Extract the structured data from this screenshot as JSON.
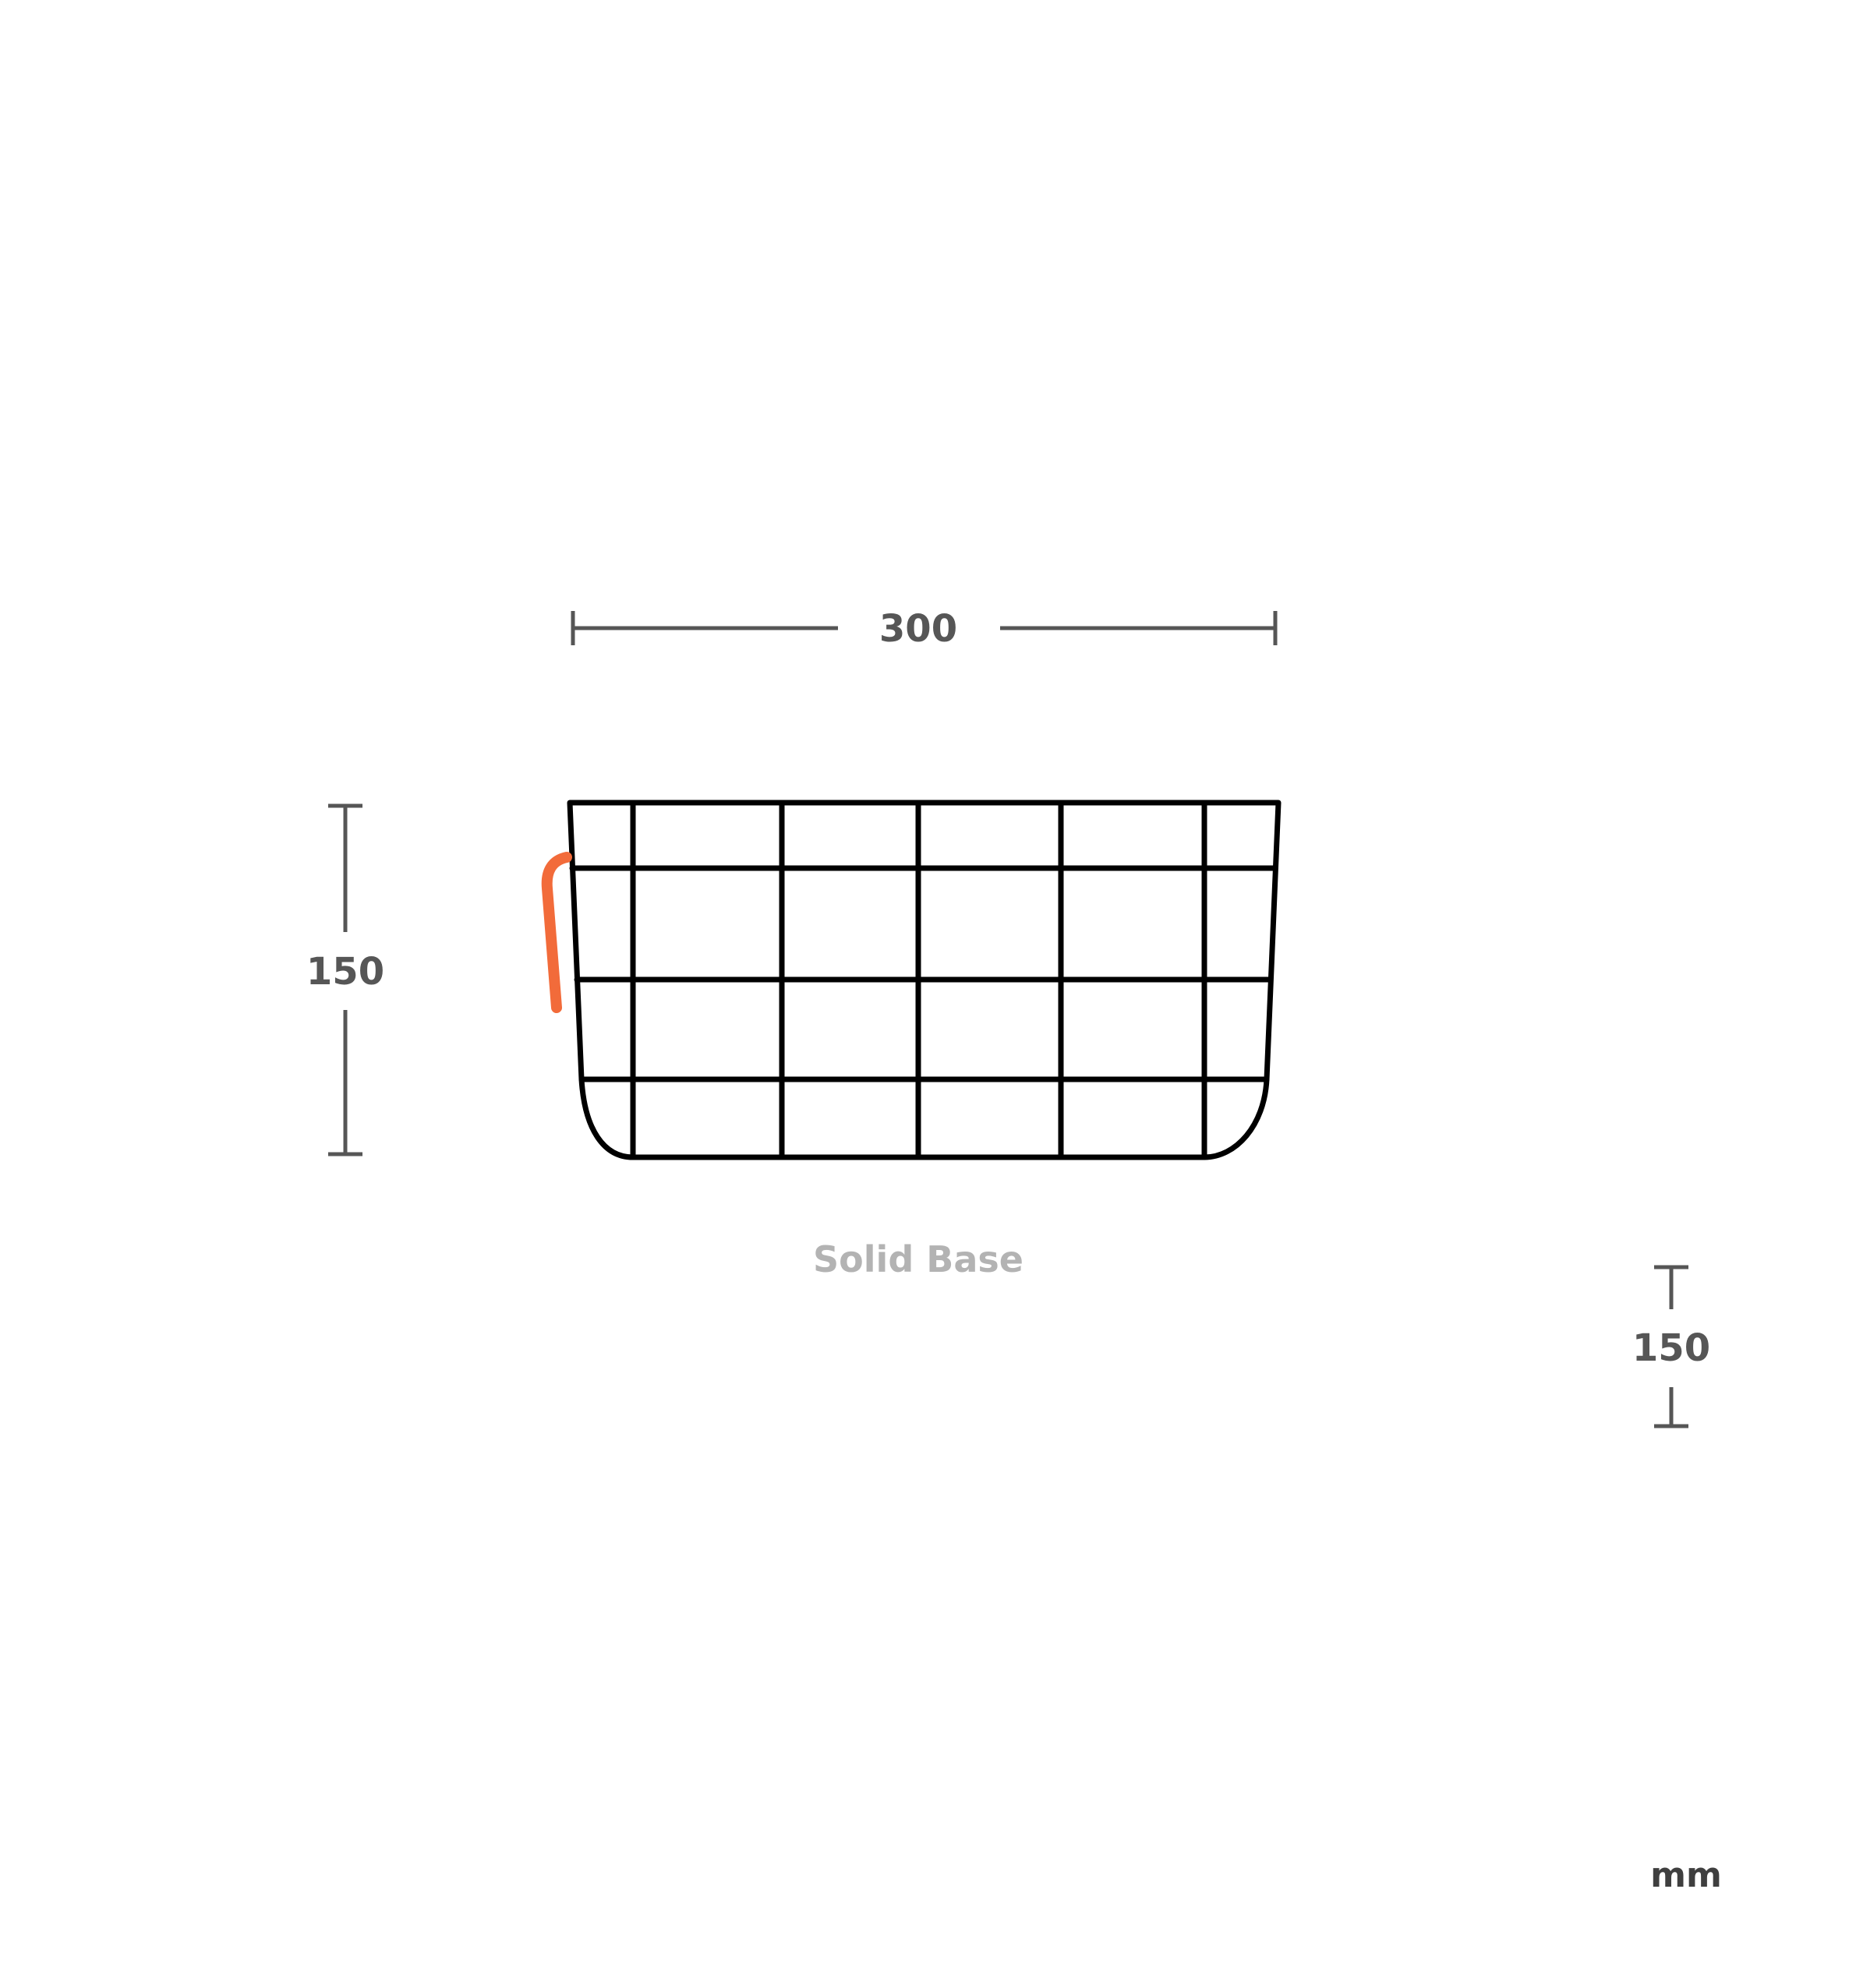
{
  "dimensions": {
    "width_label": "300",
    "height_label": "150",
    "depth_label": "150"
  },
  "caption": "Solid Base",
  "unit": "mm",
  "colors": {
    "wire": "#000000",
    "dimension_lines": "#565656",
    "caption": "#b3b3b3",
    "hook": "#f26b3a"
  }
}
